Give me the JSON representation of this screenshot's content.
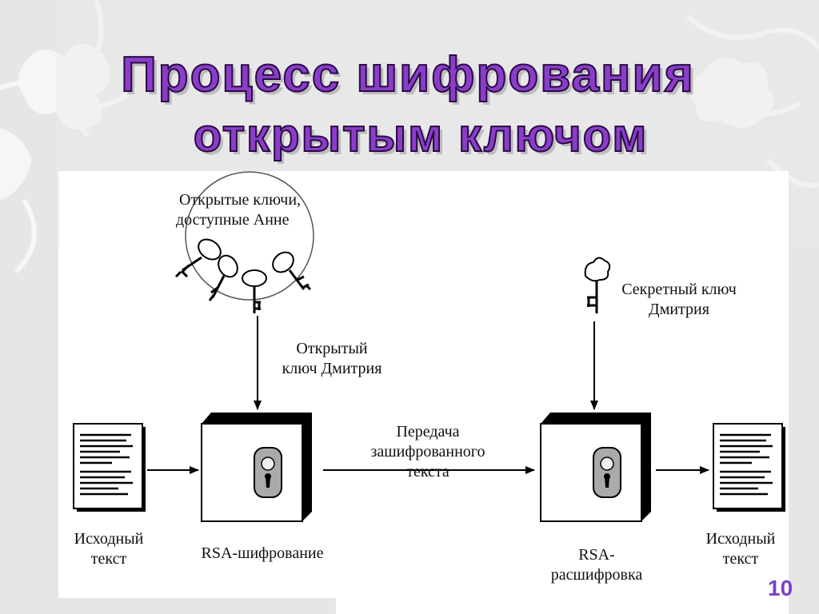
{
  "slide": {
    "title_line1": "Процесс шифрования",
    "title_line2": "открытым ключом",
    "page_number": "10"
  },
  "diagram": {
    "public_keys_label_line1": "Открытые ключи,",
    "public_keys_label_line2": "доступные Анне",
    "public_key_label_line1": "Открытый",
    "public_key_label_line2": "ключ Дмитрия",
    "secret_key_label_line1": "Секретный ключ",
    "secret_key_label_line2": "Дмитрия",
    "transfer_label_line1": "Передача",
    "transfer_label_line2": "зашифрованного",
    "transfer_label_line3": "текста",
    "source_text_left_line1": "Исходный",
    "source_text_left_line2": "текст",
    "encrypt_label": "RSA-шифрование",
    "decrypt_label_line1": "RSA-",
    "decrypt_label_line2": "расшифровка",
    "source_text_right_line1": "Исходный",
    "source_text_right_line2": "текст"
  },
  "colors": {
    "title": "#8a3ec8",
    "page_number": "#7b3fd0"
  }
}
